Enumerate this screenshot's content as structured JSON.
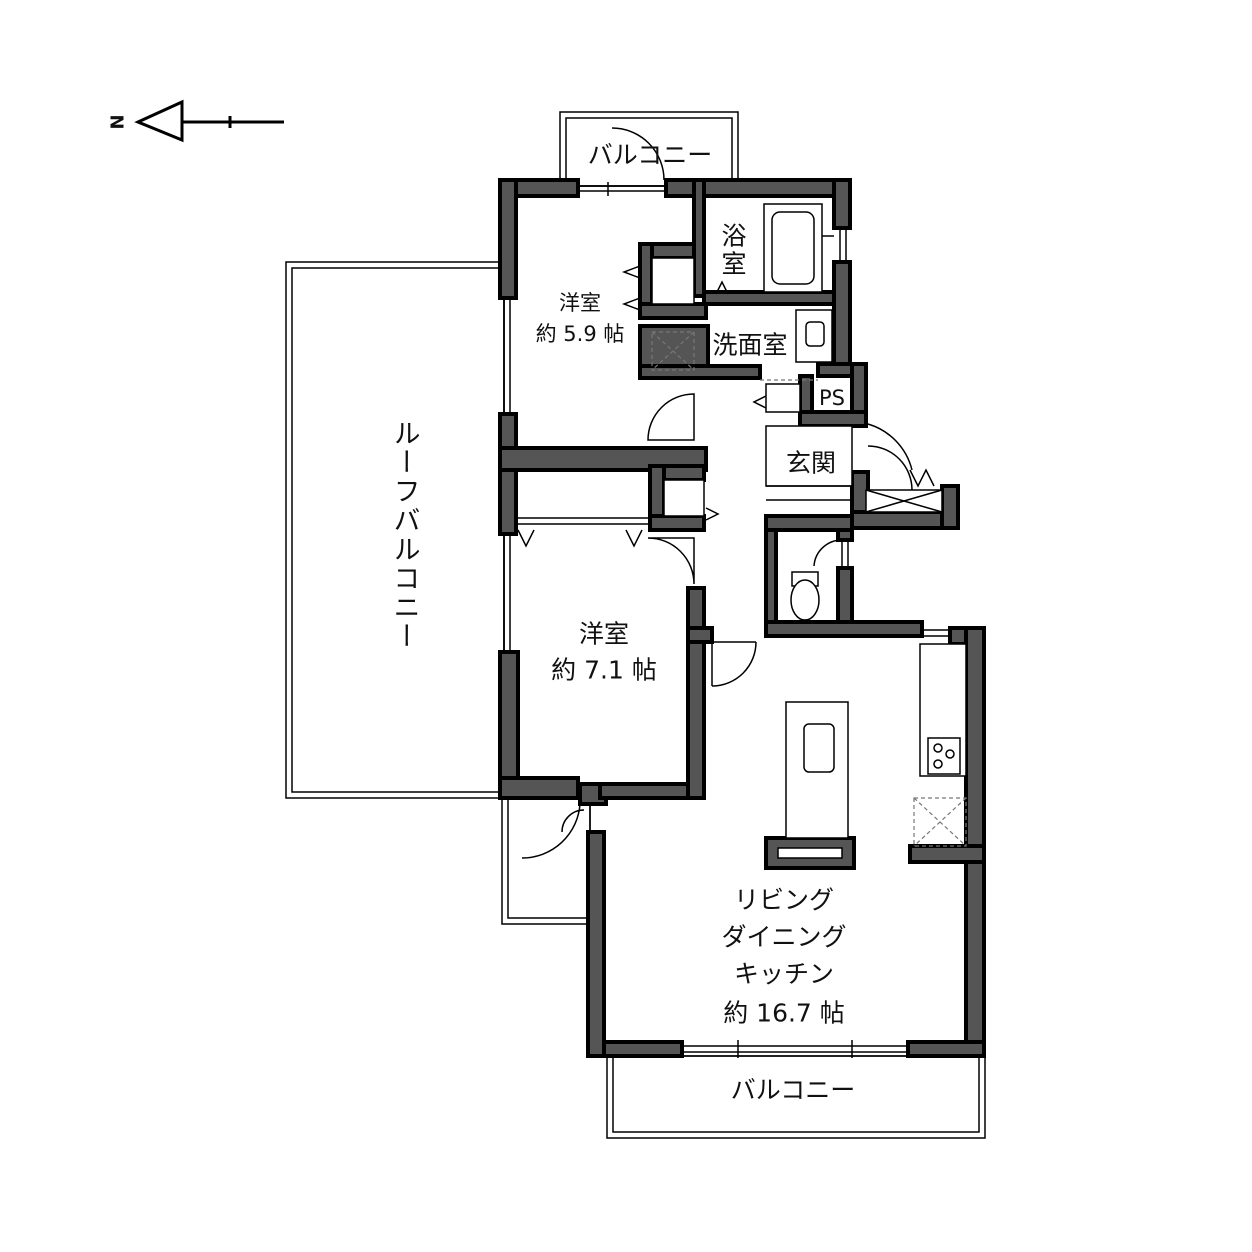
{
  "compass": {
    "letter": "N"
  },
  "rooms": {
    "balcony_top": {
      "label": "バルコニー"
    },
    "bathroom": {
      "label_line1": "浴",
      "label_line2": "室"
    },
    "western_room_1": {
      "label": "洋室",
      "area": "約 5.9 帖"
    },
    "washroom": {
      "label": "洗面室"
    },
    "pipe_space": {
      "label": "PS"
    },
    "entrance": {
      "label": "玄関"
    },
    "roof_balcony": {
      "label": "ルーフバルコニー"
    },
    "western_room_2": {
      "label": "洋室",
      "area": "約 7.1 帖"
    },
    "ldk": {
      "line1": "リビング",
      "line2": "ダイニング",
      "line3": "キッチン",
      "area": "約 16.7 帖"
    },
    "balcony_bottom": {
      "label": "バルコニー"
    }
  }
}
